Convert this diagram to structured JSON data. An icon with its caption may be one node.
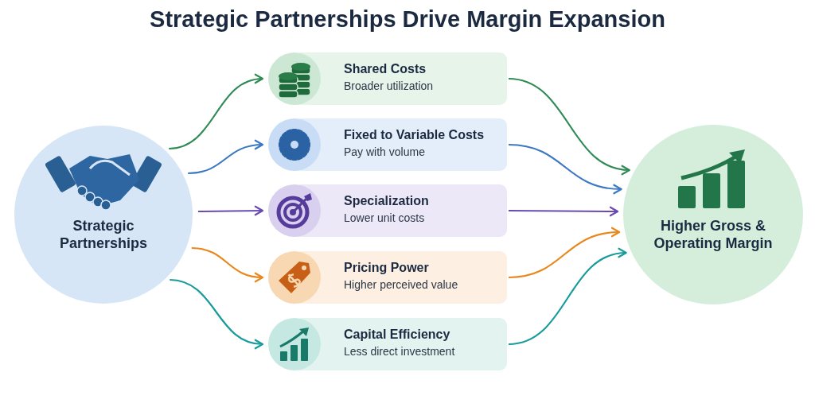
{
  "diagram": {
    "title": "Strategic Partnerships Drive Margin Expansion",
    "nodes": [
      {
        "text": [
          "Strategic Partnerships"
        ]
      },
      {
        "text": [
          "Shared Costs",
          "Broader utilization"
        ]
      },
      {
        "text": [
          "Fixed to Variable Costs",
          "Pay with volume"
        ]
      },
      {
        "text": [
          "Specialization",
          "Lower unit costs"
        ]
      },
      {
        "text": [
          "Pricing Power",
          "Higher perceived value"
        ]
      },
      {
        "text": [
          "Capital Efficiency",
          "Less direct investment"
        ]
      },
      {
        "text": [
          "Higher Gross & Operating Margin"
        ]
      }
    ],
    "edges": [
      {
        "from": 0,
        "to": 1,
        "arrow": "to",
        "color": "#2f8a55"
      },
      {
        "from": 0,
        "to": 2,
        "arrow": "to",
        "color": "#3a78c4"
      },
      {
        "from": 0,
        "to": 3,
        "arrow": "to",
        "color": "#6a4cb0"
      },
      {
        "from": 0,
        "to": 4,
        "arrow": "to",
        "color": "#e8881c"
      },
      {
        "from": 0,
        "to": 5,
        "arrow": "to",
        "color": "#1a9b9b"
      },
      {
        "from": 1,
        "to": 6,
        "arrow": "to",
        "color": "#2f8a55"
      },
      {
        "from": 2,
        "to": 6,
        "arrow": "to",
        "color": "#3a78c4"
      },
      {
        "from": 3,
        "to": 6,
        "arrow": "to",
        "color": "#6a4cb0"
      },
      {
        "from": 4,
        "to": 6,
        "arrow": "to",
        "color": "#e8881c"
      },
      {
        "from": 5,
        "to": 6,
        "arrow": "to",
        "color": "#1a9b9b"
      }
    ]
  }
}
